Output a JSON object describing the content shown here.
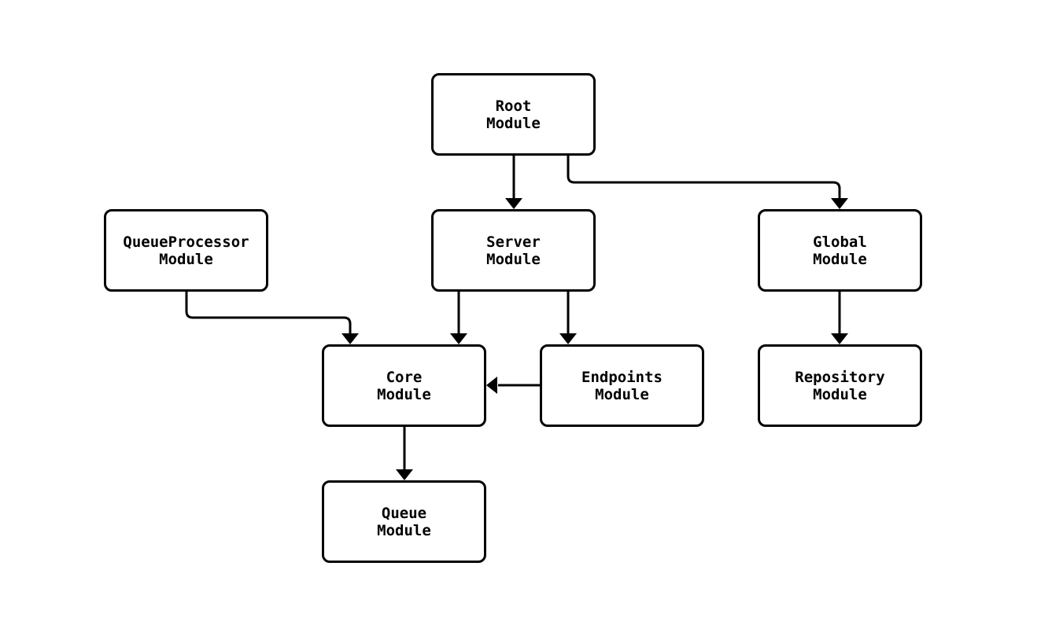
{
  "diagram": {
    "type": "flowchart",
    "background_color": "#ffffff",
    "node_fill_color": "#ffffff",
    "line_color": "#000000",
    "nodes": [
      {
        "id": "root",
        "label": "Root\nModule"
      },
      {
        "id": "server",
        "label": "Server\nModule"
      },
      {
        "id": "global",
        "label": "Global\nModule"
      },
      {
        "id": "queueprocessor",
        "label": "QueueProcessor\nModule"
      },
      {
        "id": "core",
        "label": "Core\nModule"
      },
      {
        "id": "endpoints",
        "label": "Endpoints\nModule"
      },
      {
        "id": "repository",
        "label": "Repository\nModule"
      },
      {
        "id": "queue",
        "label": "Queue\nModule"
      }
    ],
    "edges": [
      {
        "from": "Root Module",
        "to": "Server Module"
      },
      {
        "from": "Root Module",
        "to": "Global Module"
      },
      {
        "from": "QueueProcessor Module",
        "to": "Core Module"
      },
      {
        "from": "Server Module",
        "to": "Core Module"
      },
      {
        "from": "Server Module",
        "to": "Endpoints Module"
      },
      {
        "from": "Endpoints Module",
        "to": "Core Module"
      },
      {
        "from": "Core Module",
        "to": "Queue Module"
      },
      {
        "from": "Global Module",
        "to": "Repository Module"
      }
    ]
  }
}
